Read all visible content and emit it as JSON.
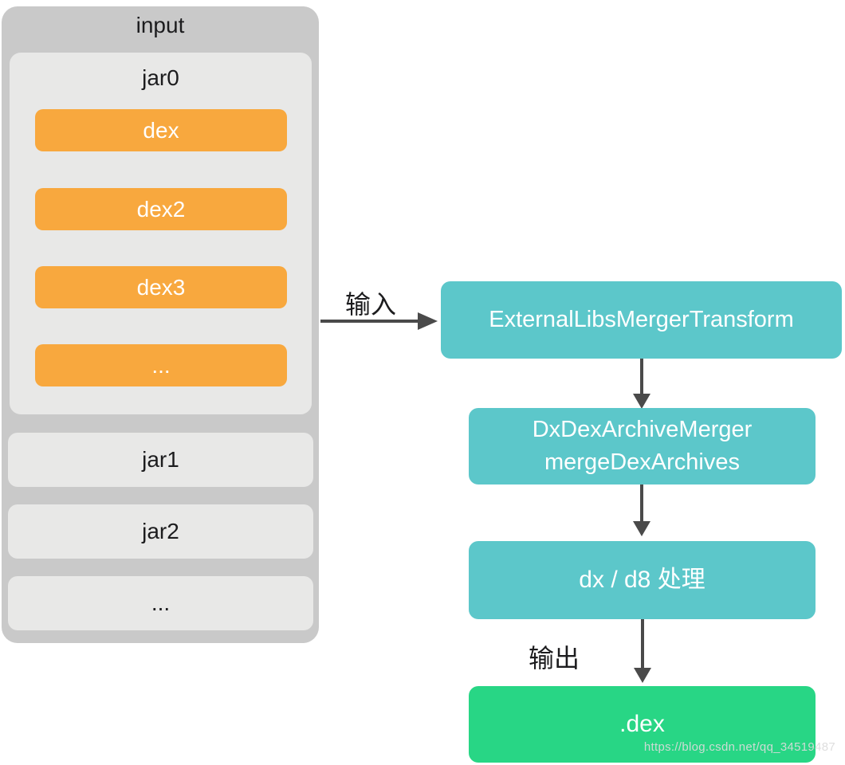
{
  "input_panel": {
    "title": "input",
    "jar0": {
      "label": "jar0",
      "items": [
        "dex",
        "dex2",
        "dex3",
        "..."
      ]
    },
    "jars": [
      {
        "label": "jar1"
      },
      {
        "label": "jar2"
      },
      {
        "label": "..."
      }
    ]
  },
  "flow": {
    "input_label": "输入",
    "output_label": "输出",
    "nodes": [
      {
        "label": "ExternalLibsMergerTransform"
      },
      {
        "line1": "DxDexArchiveMerger",
        "line2": "mergeDexArchives"
      },
      {
        "label": "dx / d8 处理"
      },
      {
        "label": ".dex"
      }
    ]
  },
  "watermark": "https://blog.csdn.net/qq_34519487",
  "colors": {
    "panel_bg": "#c9c9c9",
    "jar_bg": "#e8e8e7",
    "dex_orange": "#f8a83e",
    "process_teal": "#5cc7ca",
    "output_green": "#28d685",
    "arrow": "#4a4a4a"
  }
}
